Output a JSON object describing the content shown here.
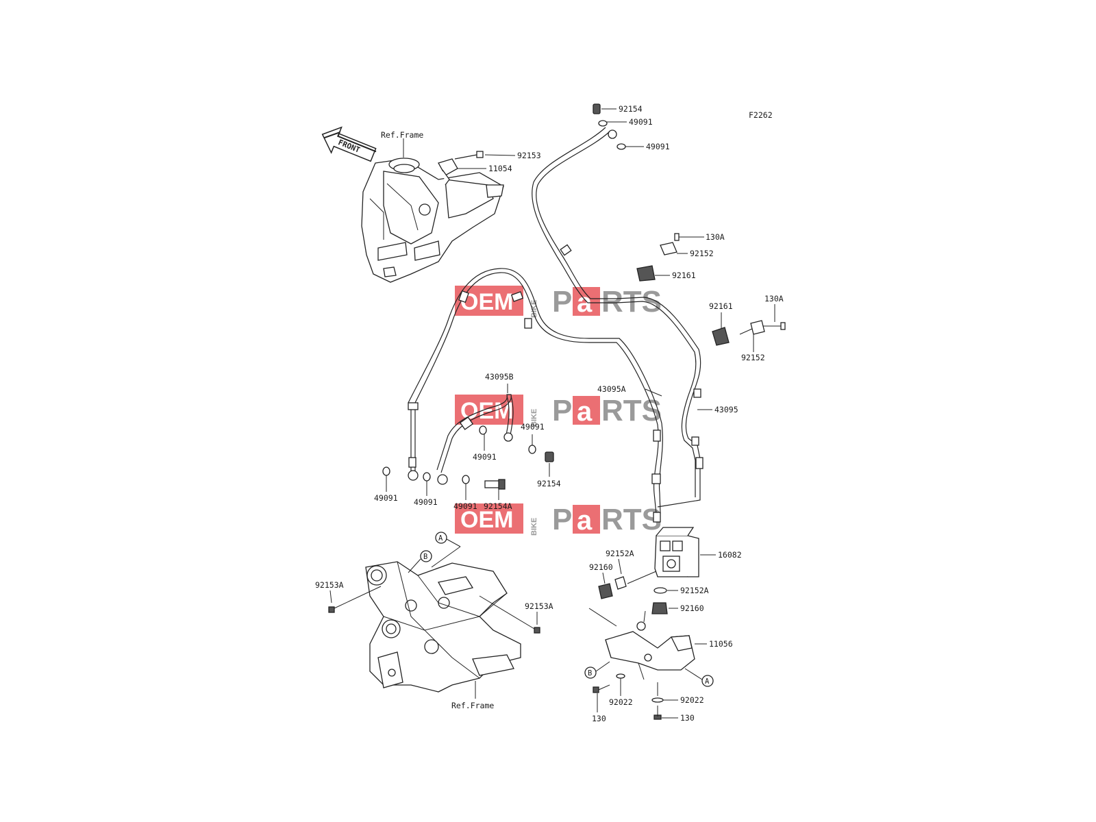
{
  "figure_code": "F2262",
  "direction_arrow": "FRONT",
  "ref_frame_label": "Ref.Frame",
  "callouts": {
    "A": "A",
    "B": "B"
  },
  "watermark": {
    "left": "OEM",
    "middle": "BIKE",
    "right_a": "P",
    "right_b": "a",
    "right_c": "RTS",
    "color_red": "#e8565a",
    "color_gray": "#9a9a9a"
  },
  "part_labels": {
    "p92154_top": "92154",
    "p49091_top1": "49091",
    "p49091_top2": "49091",
    "p92153": "92153",
    "p11054": "11054",
    "p130A_top": "130A",
    "p92152_top": "92152",
    "p92161_top": "92161",
    "p92161_right": "92161",
    "p130A_right": "130A",
    "p92152_right": "92152",
    "p43095B": "43095B",
    "p43095A": "43095A",
    "p43095": "43095",
    "p49091_mid": "49091",
    "p49091_mid2": "49091",
    "p92154_mid": "92154",
    "p49091_l1": "49091",
    "p49091_l2": "49091",
    "p49091_l3": "49091",
    "p92154A": "92154A",
    "p16082": "16082",
    "p92152A_a": "92152A",
    "p92160_a": "92160",
    "p92152A_b": "92152A",
    "p92160_b": "92160",
    "p11056": "11056",
    "p92153A_l": "92153A",
    "p92153A_r": "92153A",
    "p92022_a": "92022",
    "p92022_b": "92022",
    "p130_a": "130",
    "p130_b": "130"
  }
}
